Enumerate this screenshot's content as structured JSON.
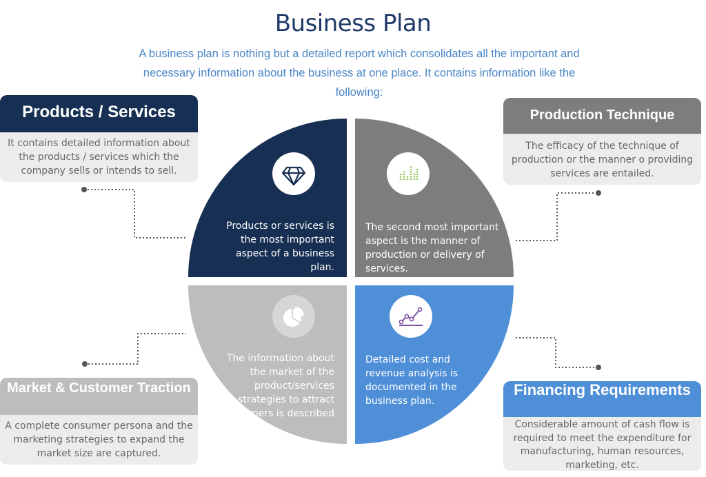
{
  "header": {
    "title": "Business Plan",
    "subtitle": "A business plan is nothing but a detailed report which consolidates all the important and necessary information about the business at one place. It contains information like the following:"
  },
  "quadrants": {
    "top_left": {
      "text": "Products or services is the most important aspect of a business plan.",
      "icon": "diamond-icon",
      "color": "#172f52"
    },
    "top_right": {
      "text": "The second most important aspect is the manner of production or delivery of services.",
      "icon": "bar-chart-icon",
      "color": "#7d7d7d"
    },
    "bottom_left": {
      "text": "The information about the market of the product/services strategies to attract customers is described",
      "icon": "pie-chart-icon",
      "color": "#bdbdbd"
    },
    "bottom_right": {
      "text": "Detailed cost and revenue analysis is documented in the business plan.",
      "icon": "line-chart-icon",
      "color": "#4f8fd8"
    }
  },
  "cards": {
    "products": {
      "heading": "Products / Services",
      "body": "It contains detailed information about the products / services which the company sells  or intends to sell.",
      "color": "#172f52"
    },
    "production": {
      "heading": "Production Technique",
      "body": "The efficacy of the technique of production or the manner o providing services are entailed.",
      "color": "#7d7d7d"
    },
    "market": {
      "heading": "Market & Customer Traction",
      "body": "A complete consumer persona and the marketing strategies to expand the market size are captured.",
      "color": "#bdbdbd"
    },
    "financing": {
      "heading": "Financing Requirements",
      "body": "Considerable amount of cash flow is required to meet the expenditure for manufacturing, human resources, marketing, etc.",
      "color": "#4f8fd8"
    }
  }
}
